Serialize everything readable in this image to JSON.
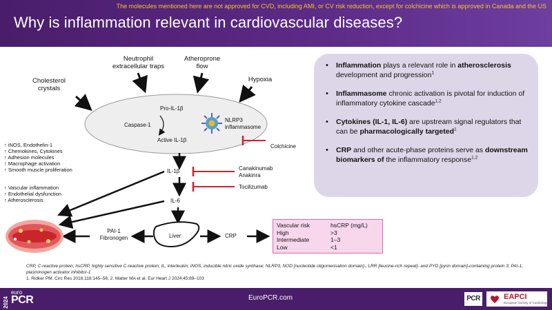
{
  "header": {
    "notice": "The molecules mentioned here are not approved for CVD, including AMI, or CV risk reduction, except for colchicine which is approved in Canada and the US",
    "title": "Why is inflammation relevant in cardiovascular diseases?"
  },
  "diagram": {
    "triggers": {
      "cholesterol": "Cholesterol\ncrystals",
      "neutrophil": "Neutrophil\nextracellular  traps",
      "atheroprone": "Atheroprone\nflow",
      "hypoxia": "Hypoxia"
    },
    "inflammasome": {
      "pro_il1b": "Pro-IL-1β",
      "caspase": "Caspase-1",
      "active_il1b": "Active IL-1β",
      "nlrp3": "NLRP3\ninflammasome"
    },
    "inhibitors": {
      "colchicine": "Colchicine",
      "canakinumab": "Canakinumab\nAnakinra",
      "tocilizumab": "Tocilizumab"
    },
    "mediators": {
      "il1b": "IL-1β",
      "il6": "IL-6",
      "liver": "Liver",
      "crp": "CRP",
      "pai": "PAI-1\nFibronogen"
    },
    "effects_group1": "↑ iNOS, Endothelin-1\n↑ Chemokines, Cytokines\n↑ Adhesion molecules\n↑ Macrophage activation\n↑ Smooth muscle proliferation",
    "effects_group2": "↑ Vascular inflammation\n↑ Endothelial dysfunction\n↑ Atherosclerosis"
  },
  "crp_table": {
    "header": [
      "Vascular risk",
      "hsCRP (mg/L)"
    ],
    "rows": [
      [
        "High",
        ">3"
      ],
      [
        "Intermediate",
        "1–3"
      ],
      [
        "Low",
        "<1"
      ]
    ]
  },
  "bubble": {
    "p1": {
      "b1": "Inflammation",
      "t1": " plays a relevant role in ",
      "b2": "atherosclerosis",
      "t2": " development and progression",
      "sup": "1"
    },
    "p2": {
      "b1": "Inflammasome",
      "t1": " chronic activation is pivotal for induction of inflammatory cytokine cascade",
      "sup": "1,2"
    },
    "p3": {
      "b1": "Cytokines (IL-1, IL-6)",
      "t1": " are upstream signal regulators that can be ",
      "b2": "pharmacologically targeted",
      "sup": "1"
    },
    "p4": {
      "b1": "CRP",
      "t1": " and other acute-phase proteins serve as ",
      "b2": "downstream biomarkers of",
      "t2": " the inflammatory response",
      "sup": "1,2"
    }
  },
  "footnote": {
    "abbreviations": "CRP, C-reactive protein; hsCRP, highly sensitive C-reactive protein; IL, interleukin; iNOS, inducible nitric oxide synthase; NLRP3, NOD [nucleotide oligomerisation domain]-, LRR [leucine-rich repeat]- and PYD [pyrin domain]-containing protein 3; PAI-1, plasminogen activator inhibitor-1",
    "references": "1. Ridker PM. Circ Res 2016;118:145–56; 2. Matter MA et al. Eur Heart J 2024;45:89–103"
  },
  "footer": {
    "url": "EuroPCR.com",
    "logo_year": "2024",
    "logo_euro": "euro",
    "logo_pcr": "PCR",
    "pcr_mark": "PCR",
    "eapci_name": "EAPCI",
    "eapci_sub": "European Society of Cardiology"
  },
  "colors": {
    "header_bg": "#4a1d6b",
    "notice_text": "#f3c623",
    "bubble_bg": "#ddd6e8",
    "inhibitor_red": "#d0202a",
    "crp_box_bg": "#f8d7ec"
  }
}
